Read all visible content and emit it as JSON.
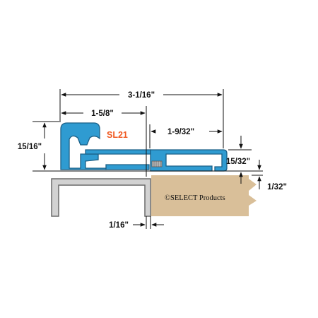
{
  "product": {
    "model": "SL21",
    "copyright": "©SELECT Products"
  },
  "dimensions": {
    "overall_width": "3-1/16\"",
    "hinge_width": "1-5/8\"",
    "leaf_width": "1-9/32\"",
    "total_height": "15/16\"",
    "leaf_height": "15/32\"",
    "offset": "1/32\"",
    "gap": "1/16\""
  },
  "colors": {
    "extrusion": "#2f9bd1",
    "extrusion_outline": "#1b5f86",
    "door": "#d9bf99",
    "frame": "#d2d2d2",
    "frame_outline": "#6a6a6a",
    "model_label": "#f05a22",
    "dimension_lines": "#111111"
  }
}
